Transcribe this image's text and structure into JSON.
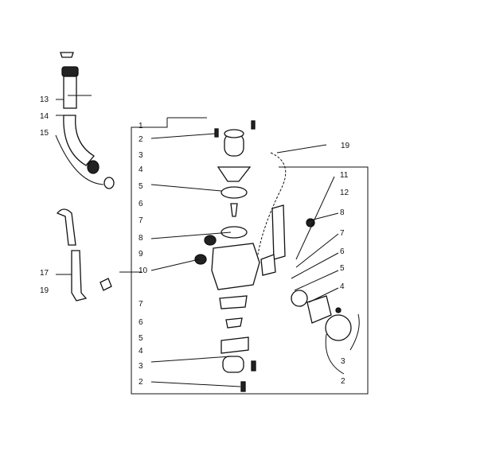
{
  "diagram": {
    "left_labels": [
      "1",
      "2",
      "3",
      "4",
      "5",
      "6",
      "7",
      "8",
      "9",
      "10",
      "7",
      "6",
      "5",
      "4",
      "3",
      "2"
    ],
    "right_labels": [
      "11",
      "12",
      "8",
      "7",
      "6",
      "5",
      "4",
      "3",
      "2"
    ],
    "top_right_label": "19",
    "hose_labels": [
      "13",
      "14",
      "15"
    ],
    "tube_labels": [
      "17",
      "19"
    ]
  }
}
